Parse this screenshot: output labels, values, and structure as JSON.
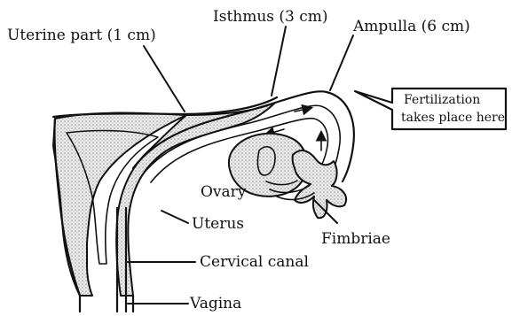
{
  "labels": {
    "uterine_part": "Uterine part (1 cm)",
    "isthmus": "Isthmus (3 cm)",
    "ampulla": "Ampulla (6 cm)",
    "fertilization_line1": "Fertilization",
    "fertilization_line2": "takes place here",
    "ovary": "Ovary",
    "uterus": "Uterus",
    "fimbriae": "Fimbriae",
    "cervical_canal": "Cervical canal",
    "vagina": "Vagina"
  },
  "icons": {
    "arrows": "arrow-icon"
  }
}
